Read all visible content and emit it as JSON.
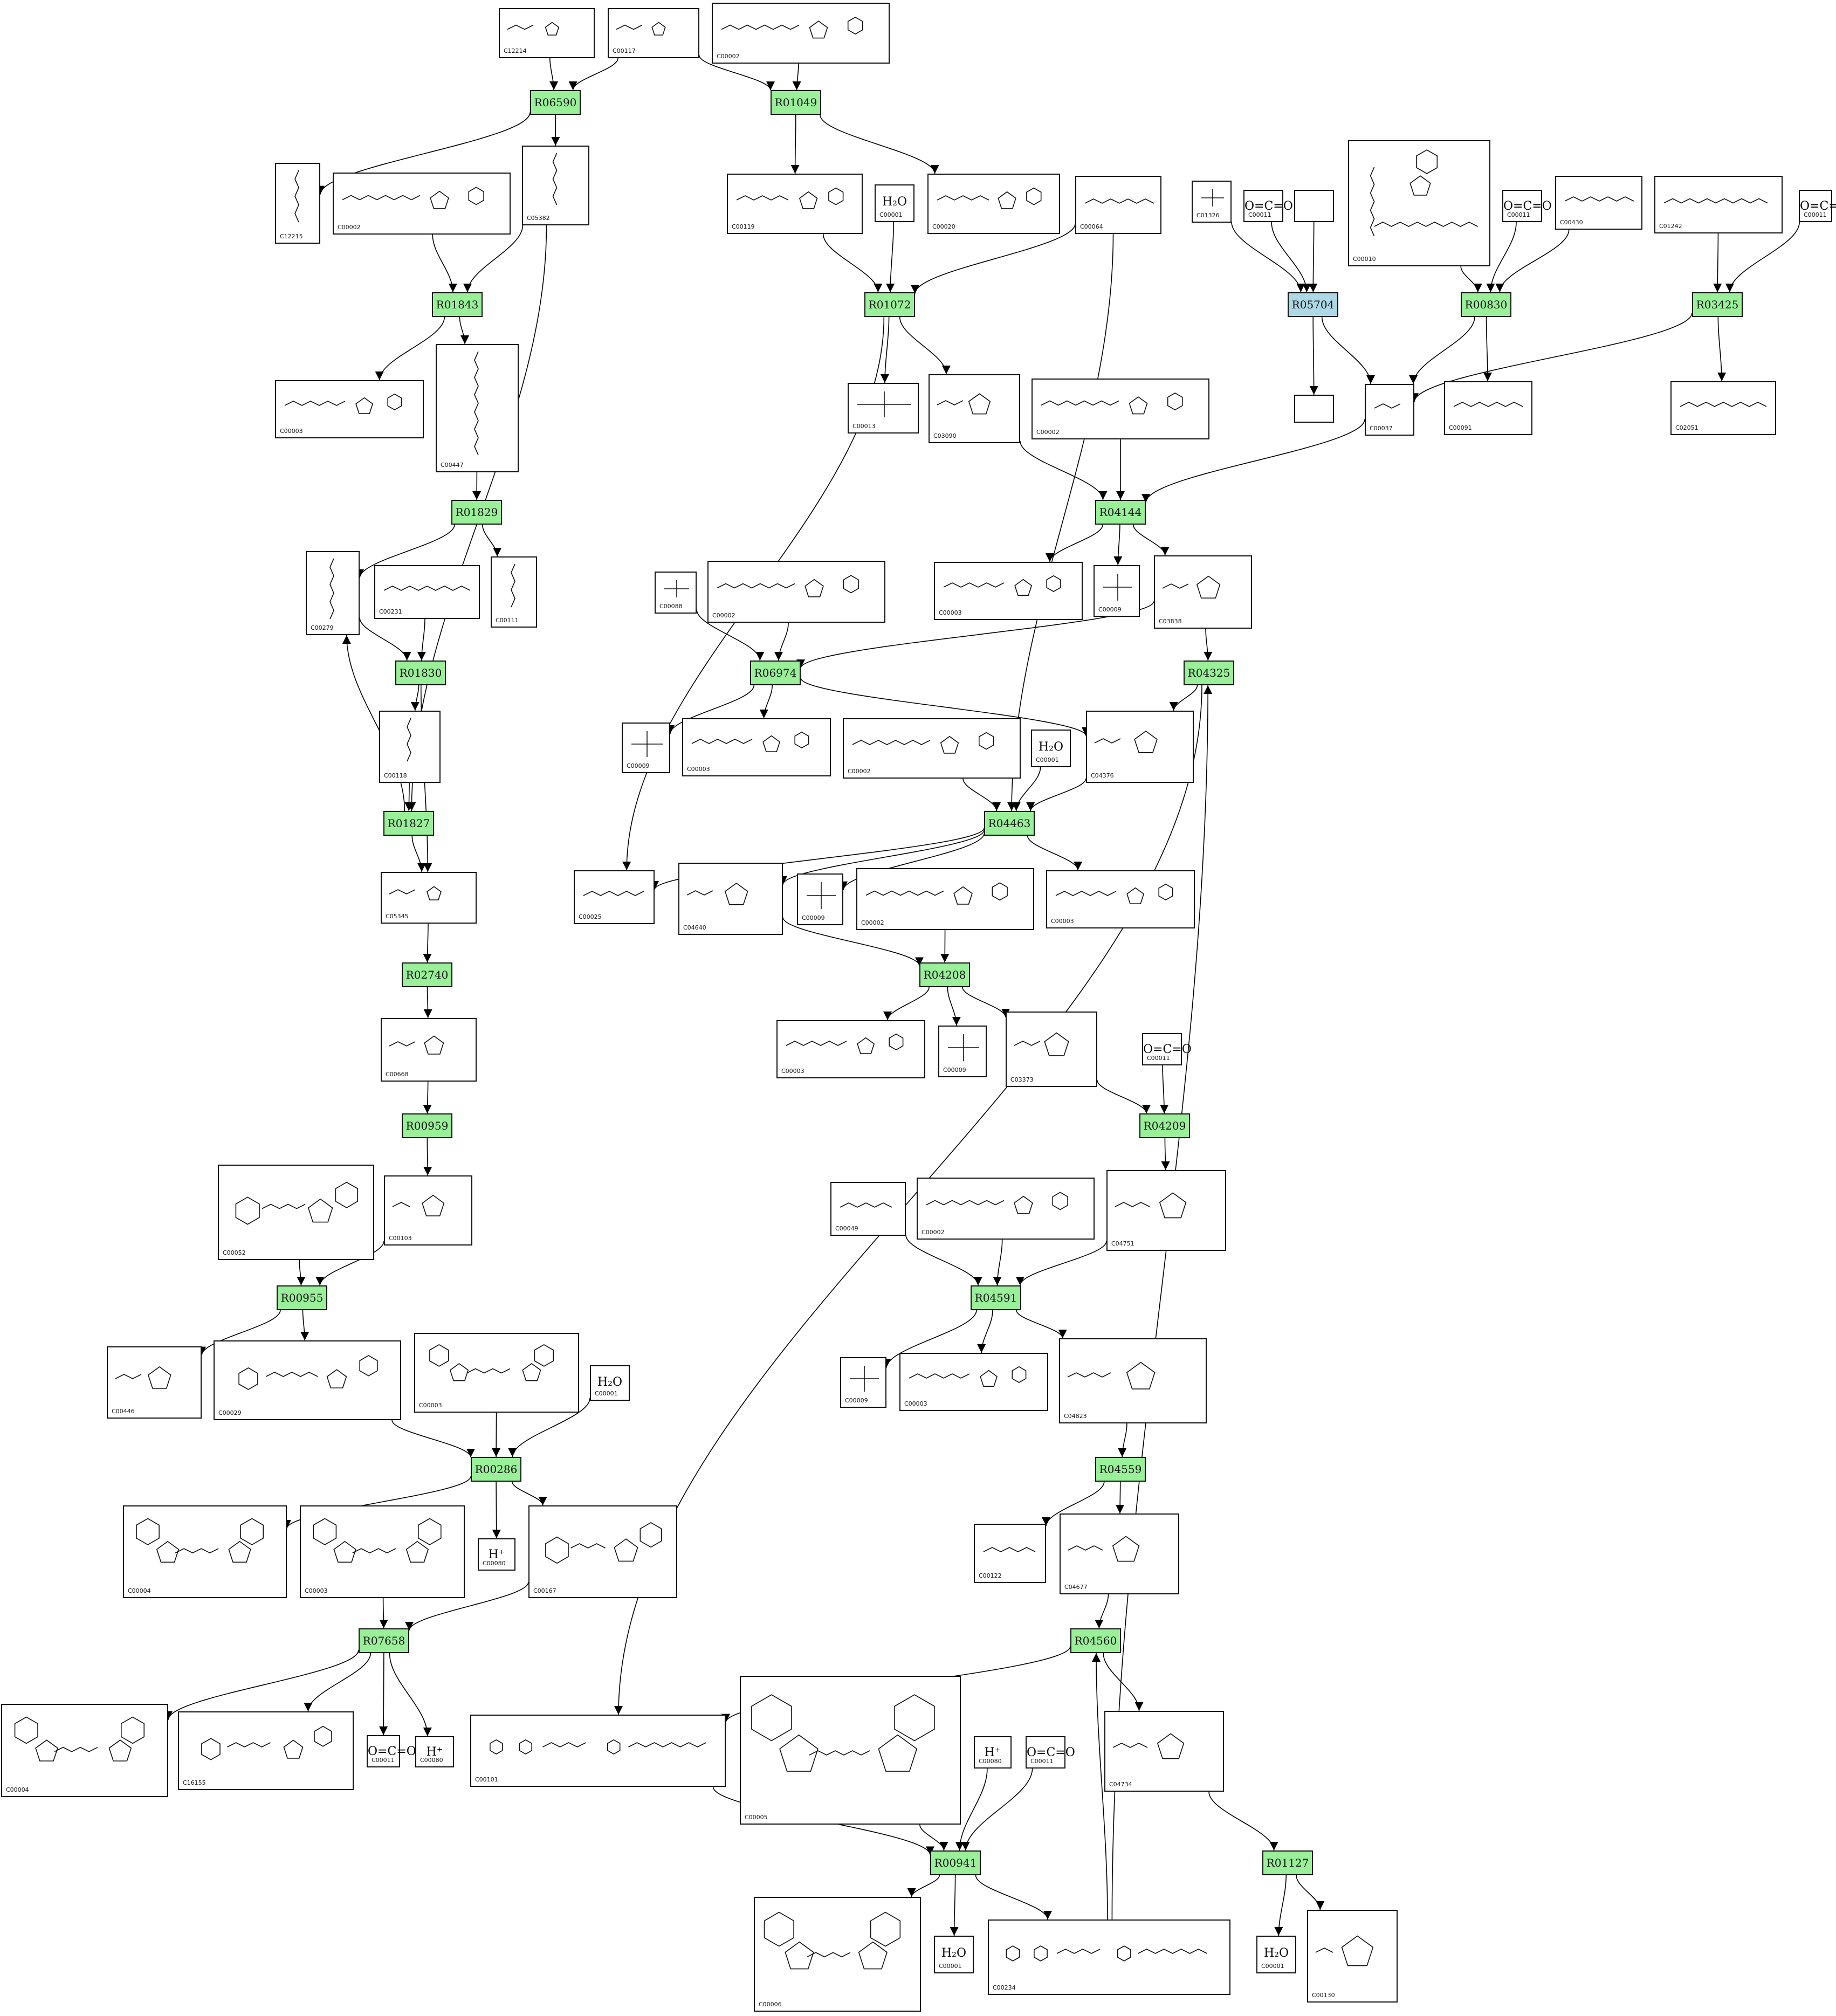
{
  "colors": {
    "reaction": "#99f099",
    "reaction_special": "#add8e6",
    "edge": "#000000"
  },
  "reactions": [
    {
      "id": "R06590"
    },
    {
      "id": "R01049"
    },
    {
      "id": "R01843"
    },
    {
      "id": "R01072"
    },
    {
      "id": "R05704",
      "special": true
    },
    {
      "id": "R00830"
    },
    {
      "id": "R03425"
    },
    {
      "id": "R01829"
    },
    {
      "id": "R04144"
    },
    {
      "id": "R01830"
    },
    {
      "id": "R06974"
    },
    {
      "id": "R04325"
    },
    {
      "id": "R01827"
    },
    {
      "id": "R04463"
    },
    {
      "id": "R02740"
    },
    {
      "id": "R04208"
    },
    {
      "id": "R00959"
    },
    {
      "id": "R04209"
    },
    {
      "id": "R00955"
    },
    {
      "id": "R04591"
    },
    {
      "id": "R00286"
    },
    {
      "id": "R04559"
    },
    {
      "id": "R07658"
    },
    {
      "id": "R04560"
    },
    {
      "id": "R00941"
    },
    {
      "id": "R01127"
    }
  ],
  "compounds": [
    {
      "key": "c12214",
      "label": "C12214"
    },
    {
      "key": "c00117",
      "label": "C00117"
    },
    {
      "key": "c00002a",
      "label": "C00002"
    },
    {
      "key": "c12215",
      "label": "C12215"
    },
    {
      "key": "c00002b",
      "label": "C00002"
    },
    {
      "key": "c05382",
      "label": "C05382"
    },
    {
      "key": "c00119",
      "label": "C00119"
    },
    {
      "key": "c00001a",
      "label": "C00001"
    },
    {
      "key": "c00020",
      "label": "C00020"
    },
    {
      "key": "c00064",
      "label": "C00064"
    },
    {
      "key": "c01326",
      "label": "C01326"
    },
    {
      "key": "c00011a",
      "label": "C00011"
    },
    {
      "key": "blank1",
      "label": ""
    },
    {
      "key": "c00010",
      "label": "C00010"
    },
    {
      "key": "c00011b",
      "label": "C00011"
    },
    {
      "key": "c00430",
      "label": "C00430"
    },
    {
      "key": "c01242",
      "label": "C01242"
    },
    {
      "key": "c00011c",
      "label": "C00011"
    },
    {
      "key": "c00003a",
      "label": "C00003"
    },
    {
      "key": "c00447",
      "label": "C00447"
    },
    {
      "key": "c00013",
      "label": "C00013"
    },
    {
      "key": "c03090",
      "label": "C03090"
    },
    {
      "key": "c00002c",
      "label": "C00002"
    },
    {
      "key": "blank2",
      "label": ""
    },
    {
      "key": "c00037",
      "label": "C00037"
    },
    {
      "key": "c00091",
      "label": "C00091"
    },
    {
      "key": "c02051",
      "label": "C02051"
    },
    {
      "key": "c00279",
      "label": "C00279"
    },
    {
      "key": "c00231",
      "label": "C00231"
    },
    {
      "key": "c00111",
      "label": "C00111"
    },
    {
      "key": "c00088",
      "label": "C00088"
    },
    {
      "key": "c00002d",
      "label": "C00002"
    },
    {
      "key": "c00003b",
      "label": "C00003"
    },
    {
      "key": "c00009a",
      "label": "C00009"
    },
    {
      "key": "c03838",
      "label": "C03838"
    },
    {
      "key": "c00118",
      "label": "C00118"
    },
    {
      "key": "c00009b",
      "label": "C00009"
    },
    {
      "key": "c00003c",
      "label": "C00003"
    },
    {
      "key": "c00002e",
      "label": "C00002"
    },
    {
      "key": "c00001b",
      "label": "C00001"
    },
    {
      "key": "c04376",
      "label": "C04376"
    },
    {
      "key": "c05345",
      "label": "C05345"
    },
    {
      "key": "c00025",
      "label": "C00025"
    },
    {
      "key": "c04640",
      "label": "C04640"
    },
    {
      "key": "c00009c",
      "label": "C00009"
    },
    {
      "key": "c00002f",
      "label": "C00002"
    },
    {
      "key": "c00003d",
      "label": "C00003"
    },
    {
      "key": "c00668",
      "label": "C00668"
    },
    {
      "key": "c00003e",
      "label": "C00003"
    },
    {
      "key": "c00009d",
      "label": "C00009"
    },
    {
      "key": "c03373",
      "label": "C03373"
    },
    {
      "key": "c00011d",
      "label": "C00011"
    },
    {
      "key": "c00052",
      "label": "C00052"
    },
    {
      "key": "c00103",
      "label": "C00103"
    },
    {
      "key": "c00049",
      "label": "C00049"
    },
    {
      "key": "c00002g",
      "label": "C00002"
    },
    {
      "key": "c04751",
      "label": "C04751"
    },
    {
      "key": "c00446",
      "label": "C00446"
    },
    {
      "key": "c00029",
      "label": "C00029"
    },
    {
      "key": "c00003f",
      "label": "C00003"
    },
    {
      "key": "c00001c",
      "label": "C00001"
    },
    {
      "key": "c00009e",
      "label": "C00009"
    },
    {
      "key": "c00003g",
      "label": "C00003"
    },
    {
      "key": "c04823",
      "label": "C04823"
    },
    {
      "key": "c00004a",
      "label": "C00004"
    },
    {
      "key": "c00003h",
      "label": "C00003"
    },
    {
      "key": "c00080a",
      "label": "C00080"
    },
    {
      "key": "c00167",
      "label": "C00167"
    },
    {
      "key": "c00122",
      "label": "C00122"
    },
    {
      "key": "c04677",
      "label": "C04677"
    },
    {
      "key": "c00004b",
      "label": "C00004"
    },
    {
      "key": "c16155",
      "label": "C16155"
    },
    {
      "key": "c00011e",
      "label": "C00011"
    },
    {
      "key": "c00080b",
      "label": "C00080"
    },
    {
      "key": "c00101",
      "label": "C00101"
    },
    {
      "key": "c00005",
      "label": "C00005"
    },
    {
      "key": "c00080c",
      "label": "C00080"
    },
    {
      "key": "c00011f",
      "label": "C00011"
    },
    {
      "key": "c04734",
      "label": "C04734"
    },
    {
      "key": "c00006",
      "label": "C00006"
    },
    {
      "key": "c00001d",
      "label": "C00001"
    },
    {
      "key": "c00234",
      "label": "C00234"
    },
    {
      "key": "c00001e",
      "label": "C00001"
    },
    {
      "key": "c00130",
      "label": "C00130"
    }
  ],
  "ion_labels": {
    "water": "H₂O",
    "carbon_dioxide": "O=C=O",
    "proton": "H⁺"
  }
}
